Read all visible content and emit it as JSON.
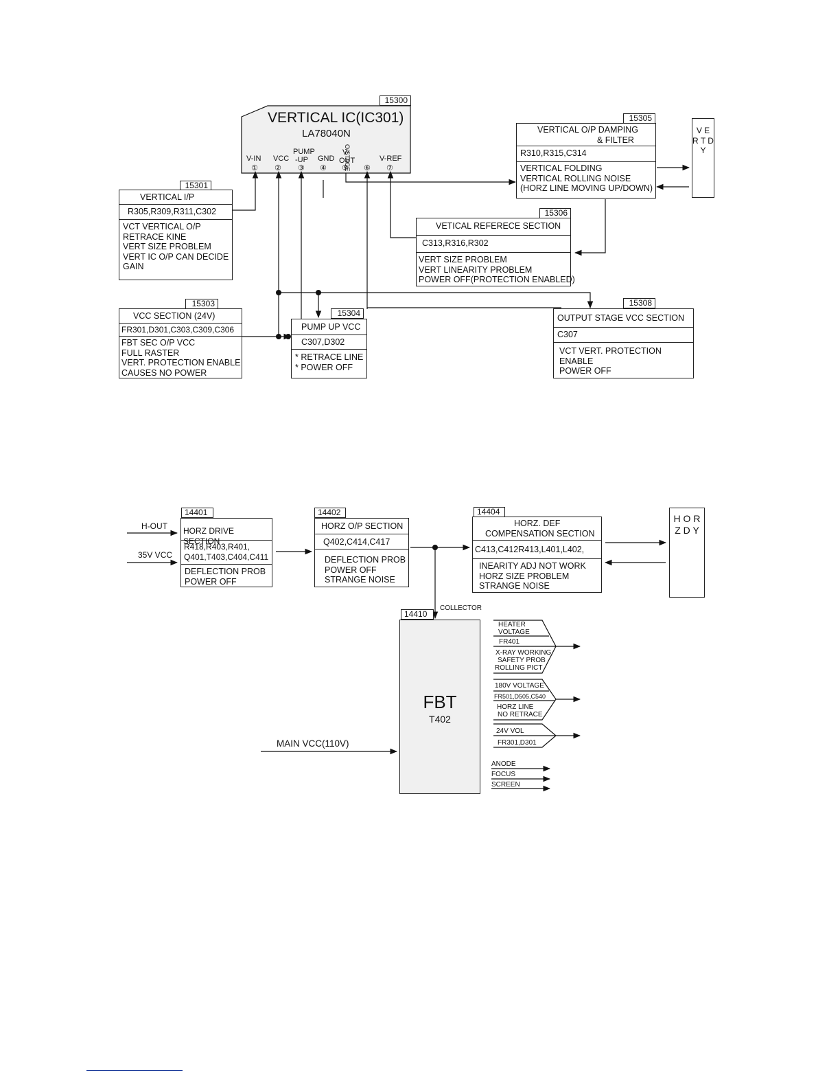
{
  "vertical": {
    "ic": {
      "tag": "15300",
      "title": "VERTICAL IC(IC301)",
      "part": "LA78040N",
      "pins": [
        {
          "label": "V-IN",
          "num": "①"
        },
        {
          "label": "VCC",
          "num": "②"
        },
        {
          "label_top": "PUMP",
          "label": "-UP",
          "num": "③"
        },
        {
          "label": "GND",
          "num": "④"
        },
        {
          "label_top": "V-",
          "label": "OUT",
          "num": "⑤"
        },
        {
          "label": "O/STAGE",
          "num": "⑥"
        },
        {
          "label": "V-REF",
          "num": "⑦"
        }
      ]
    },
    "input": {
      "tag": "15301",
      "title": "VERTICAL  I/P",
      "parts": "R305,R309,R311,C302",
      "notes": [
        "VCT VERTICAL O/P",
        " RETRACE KINE",
        " VERT SIZE   PROBLEM",
        " VERT IC O/P CAN DECIDE",
        "GAIN"
      ]
    },
    "damping": {
      "tag": "15305",
      "title1": "VERTICAL O/P DAMPING",
      "title2": "& FILTER",
      "parts": "R310,R315,C314",
      "notes": [
        "VERTICAL FOLDING",
        " VERTICAL ROLLING  NOISE",
        "(HORZ LINE MOVING UP/DOWN)"
      ]
    },
    "dy": {
      "letters": [
        "V",
        "E",
        "R",
        "T",
        "",
        "D",
        "Y"
      ]
    },
    "reference": {
      "tag": "15306",
      "title": "VETICAL REFERECE  SECTION",
      "parts": "C313,R316,R302",
      "notes": [
        "VERT SIZE PROBLEM",
        "VERT LINEARITY PROBLEM",
        "POWER OFF(PROTECTION ENABLED)"
      ]
    },
    "vcc": {
      "tag": "15303",
      "title": "VCC SECTION (24V)",
      "parts": "FR301,D301,C303,C309,C306",
      "notes": [
        "FBT SEC O/P VCC",
        "FULL RASTER",
        "VERT. PROTECTION ENABLE",
        "CAUSES NO POWER"
      ]
    },
    "pump": {
      "tag": "15304",
      "title": "PUMP UP VCC",
      "parts": "C307,D302",
      "notes": [
        "* RETRACE LINE",
        "* POWER OFF"
      ]
    },
    "output_stage": {
      "tag": "15308",
      "title": "OUTPUT STAGE VCC SECTION",
      "parts": "C307",
      "notes": [
        "VCT VERT. PROTECTION",
        "ENABLE",
        " POWER OFF"
      ]
    }
  },
  "horizontal": {
    "inputs": {
      "h_out": "H-OUT",
      "vcc35": "35V VCC",
      "main_vcc": "MAIN VCC(110V)",
      "collector": "COLLECTOR"
    },
    "drive": {
      "tag": "14401",
      "title": "HORZ DRIVE SECTION",
      "parts": [
        "R418,R403,R401,",
        "Q401,T403,C404,C411"
      ],
      "notes": [
        "DEFLECTION PROB",
        " POWER OFF"
      ]
    },
    "output": {
      "tag": "14402",
      "title": "HORZ O/P SECTION",
      "parts": "Q402,C414,C417",
      "notes": [
        "DEFLECTION PROB",
        "POWER OFF",
        "STRANGE NOISE"
      ]
    },
    "compensation": {
      "tag": "14404",
      "title1": "HORZ. DEF",
      "title2": "COMPENSATION SECTION",
      "parts": "C413,C412R413,L401,L402,",
      "notes": [
        "INEARITY ADJ NOT WORK",
        " HORZ SIZE PROBLEM",
        " STRANGE NOISE"
      ]
    },
    "dy": {
      "letters": [
        "H",
        "O",
        "R",
        "Z",
        "",
        "D",
        "Y"
      ]
    },
    "fbt": {
      "tag": "14410",
      "title": "FBT",
      "part": "T402",
      "outputs": {
        "heater": [
          "HEATER",
          "VOLTAGE",
          "FR401",
          "X-RAY WORKING",
          "SAFETY PROB",
          "ROLLING PICT"
        ],
        "v180": [
          "180V VOLTAGE",
          "FR501,D505,C540",
          "HORZ LINE",
          "NO RETRACE"
        ],
        "v24": [
          "24V VOL",
          "FR301,D301"
        ],
        "anode": "ANODE",
        "focus": "FOCUS",
        "screen": "SCREEN"
      }
    }
  }
}
